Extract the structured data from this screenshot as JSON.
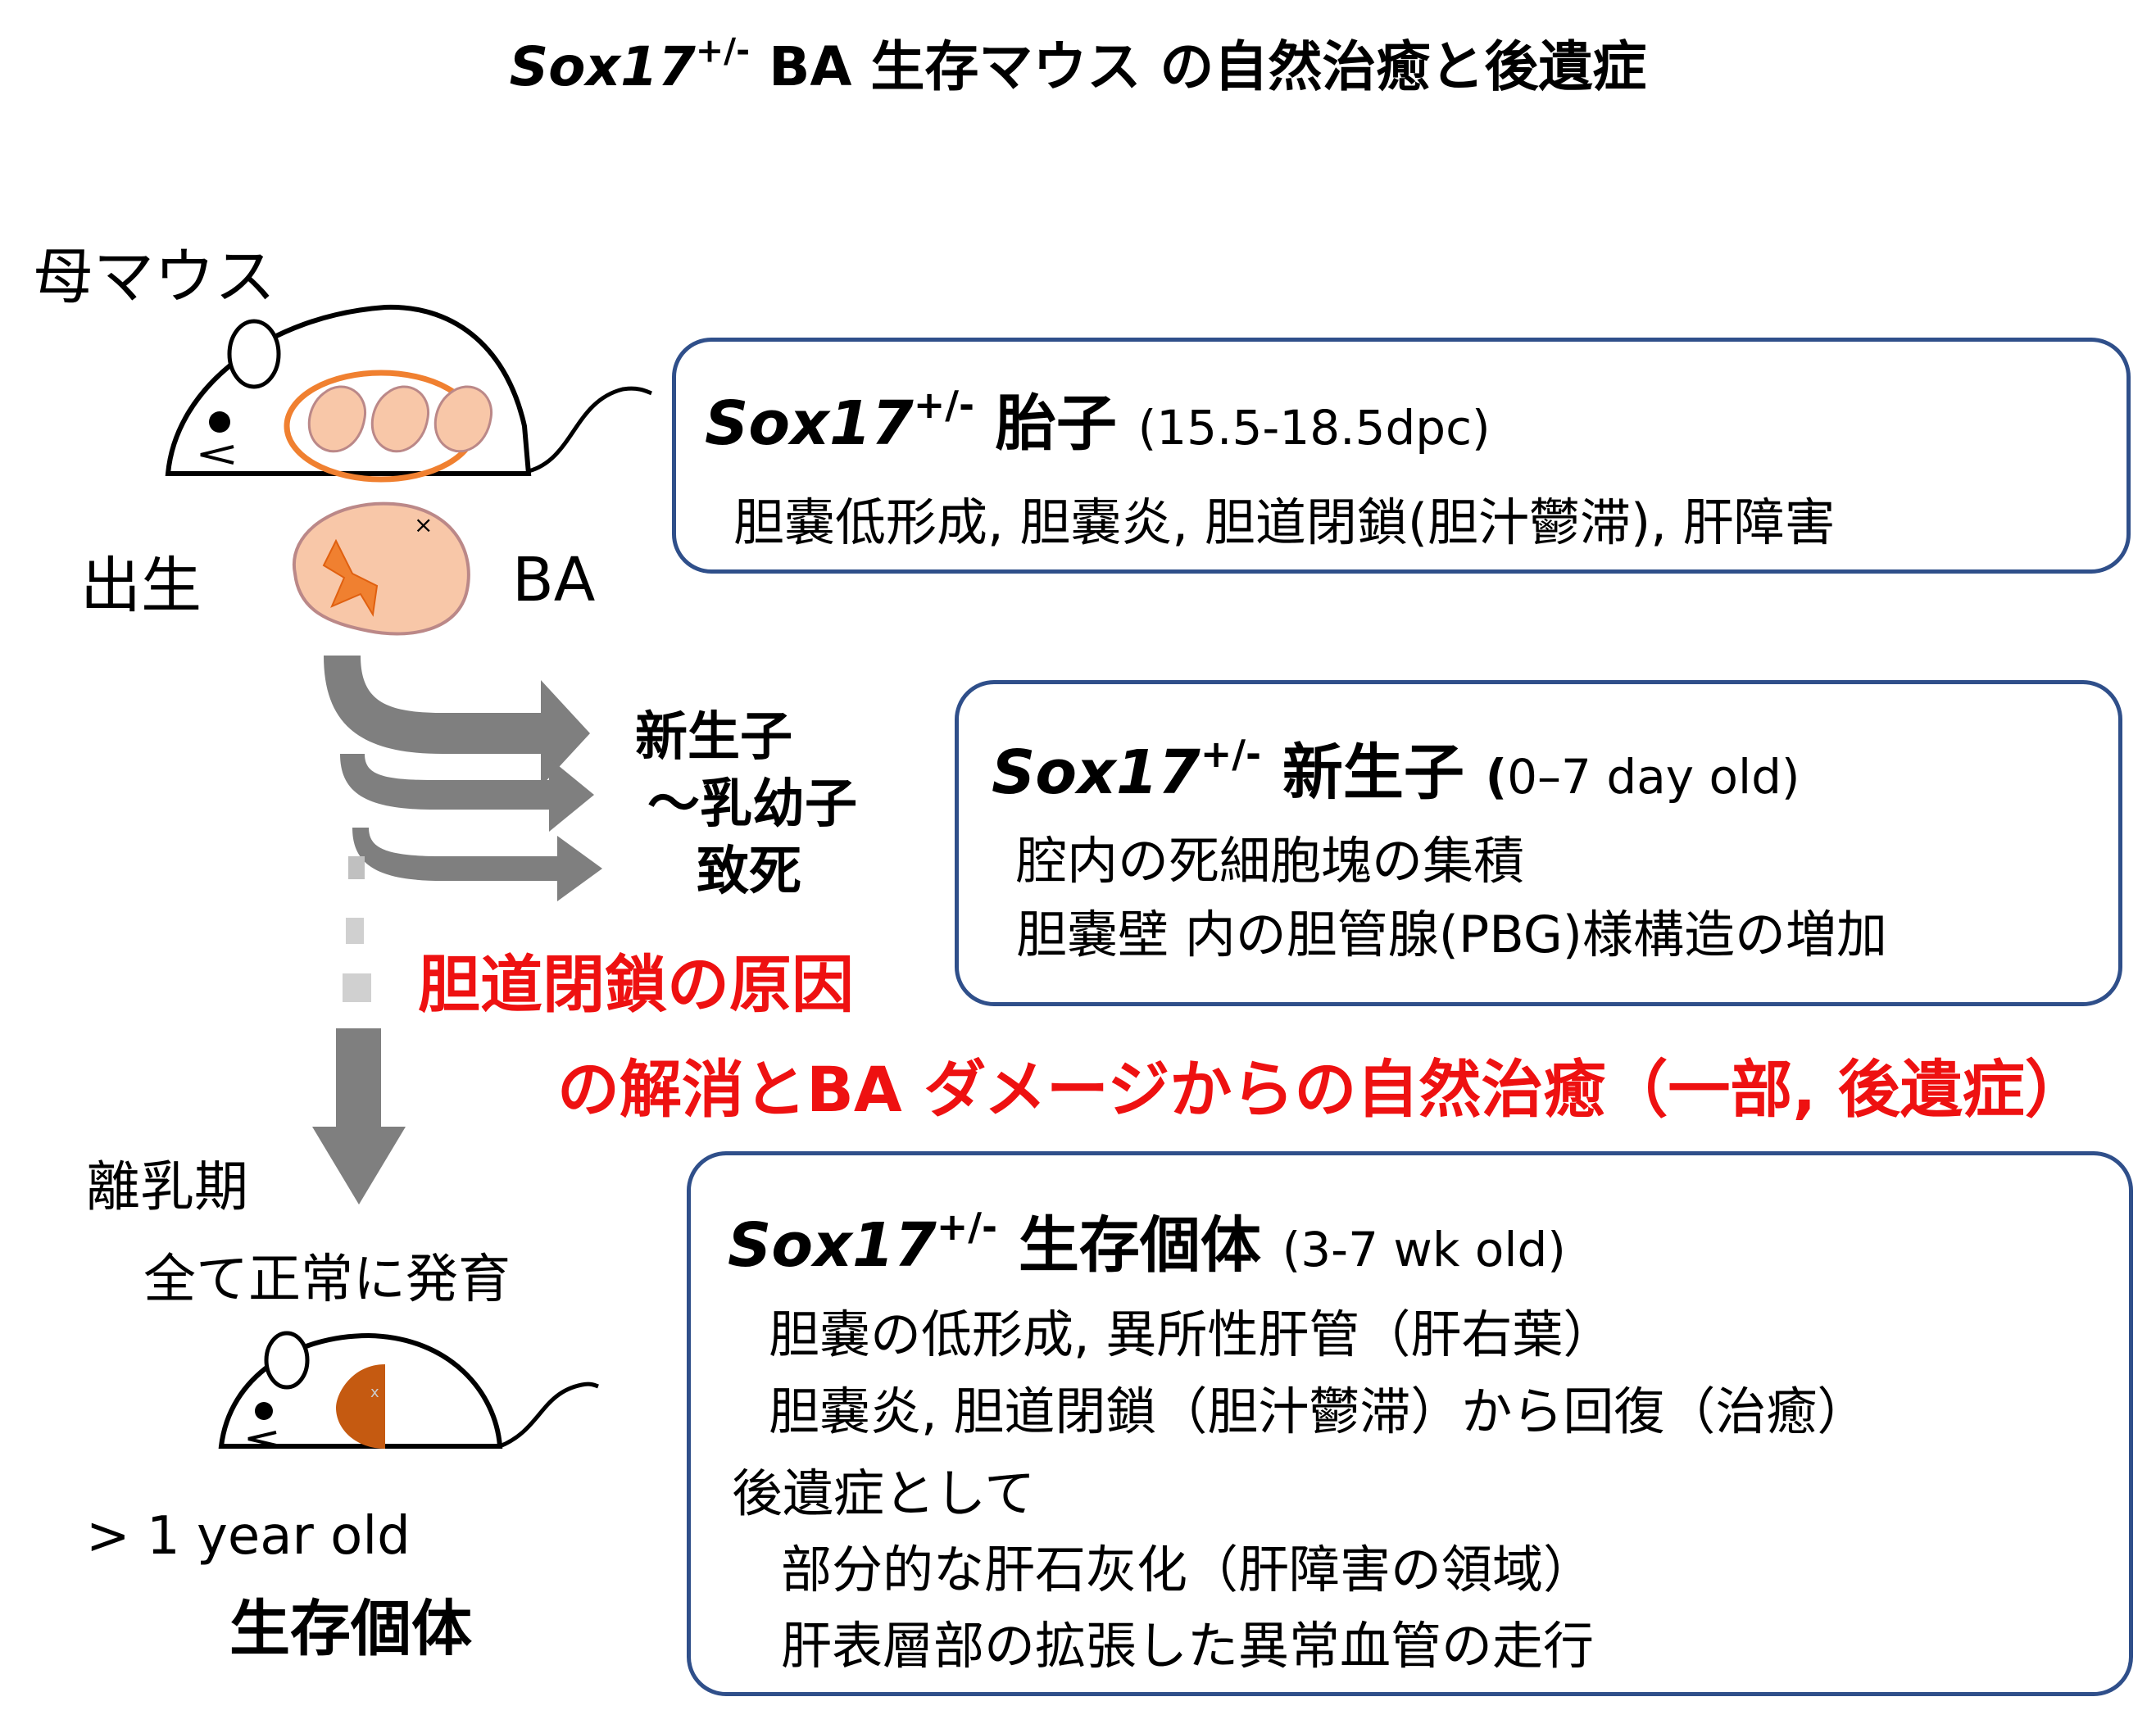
{
  "title": {
    "gene": "Sox17",
    "genotype": "+/-",
    "rest": "BA 生存マウス の自然治癒と後遺症"
  },
  "left": {
    "mother_label": "母マウス",
    "birth_label": "出生",
    "ba_label": "BA",
    "lethal_line1": "新生子",
    "lethal_line2": "〜乳幼子",
    "lethal_line3": "致死",
    "weaning_label": "離乳期",
    "normal_growth": "全て正常に発育",
    "age_label": "> 1 year  old",
    "survivor_label": "生存個体"
  },
  "red_text": {
    "line1": "胆道閉鎖の原因",
    "line2": "の解消とBA ダメージからの自然治癒（一部, 後遺症）"
  },
  "box_fetus": {
    "gene": "Sox17",
    "genotype": "+/-",
    "stage": "胎子",
    "range": "(15.5-18.5dpc)",
    "line1": "胆嚢低形成,  胆嚢炎,  胆道閉鎖(胆汁鬱滞),  肝障害"
  },
  "box_newborn": {
    "gene": "Sox17",
    "genotype": "+/-",
    "stage": "新生子",
    "range_open": "(",
    "range": "0–7 day old)",
    "line1": "腔内の死細胞塊の集積",
    "line2": "胆嚢壁 内の胆管腺(PBG)様構造の増加"
  },
  "box_survivor": {
    "gene": "Sox17",
    "genotype": "+/-",
    "stage": "生存個体",
    "range": "(3-7 wk old)",
    "line1": "胆嚢の低形成, 異所性肝管（肝右葉）",
    "line2": "胆嚢炎, 胆道閉鎖（胆汁鬱滞）から回復（治癒）",
    "line3": "後遺症として",
    "line4": "部分的な肝石灰化（肝障害の領域）",
    "line5": "肝表層部の拡張した異常血管の走行"
  },
  "colors": {
    "box_border": "#2f4f8a",
    "red_text": "#ee1111",
    "arrow_gray": "#7f7f7f",
    "embryo_fill": "#f8c7a8",
    "uterus_orange": "#f08030",
    "liver_brown": "#c55a11"
  },
  "icons": [
    "mother-mouse-icon",
    "embryo-icon",
    "fetus-ba-icon",
    "survivor-mouse-icon",
    "gray-arrow-icon"
  ]
}
